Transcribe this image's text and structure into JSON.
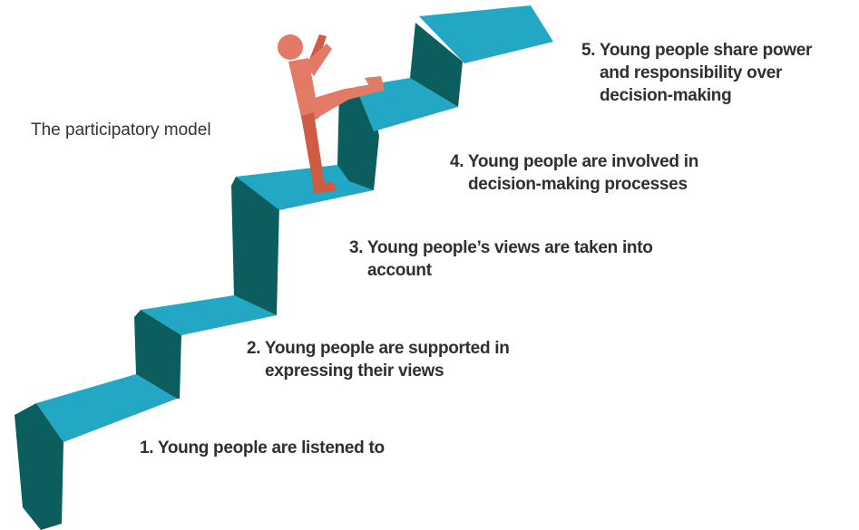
{
  "title": "The participatory model",
  "steps": [
    {
      "line1": "1. Young people are listened to",
      "line2": ""
    },
    {
      "line1": "2. Young people are supported in",
      "line2": "expressing their views"
    },
    {
      "line1": "3. Young people’s views are taken into",
      "line2": "account"
    },
    {
      "line1": "4. Young people are involved in",
      "line2": "decision-making processes"
    },
    {
      "line1": "5. Young people share power",
      "line2": "and responsibility over",
      "line3": "decision-making"
    }
  ],
  "colors": {
    "tread": "#22a7c4",
    "riser": "#0c5e5e",
    "figure": "#e27a66",
    "figure_dark": "#cf5b44",
    "text": "#2f2f2f"
  }
}
